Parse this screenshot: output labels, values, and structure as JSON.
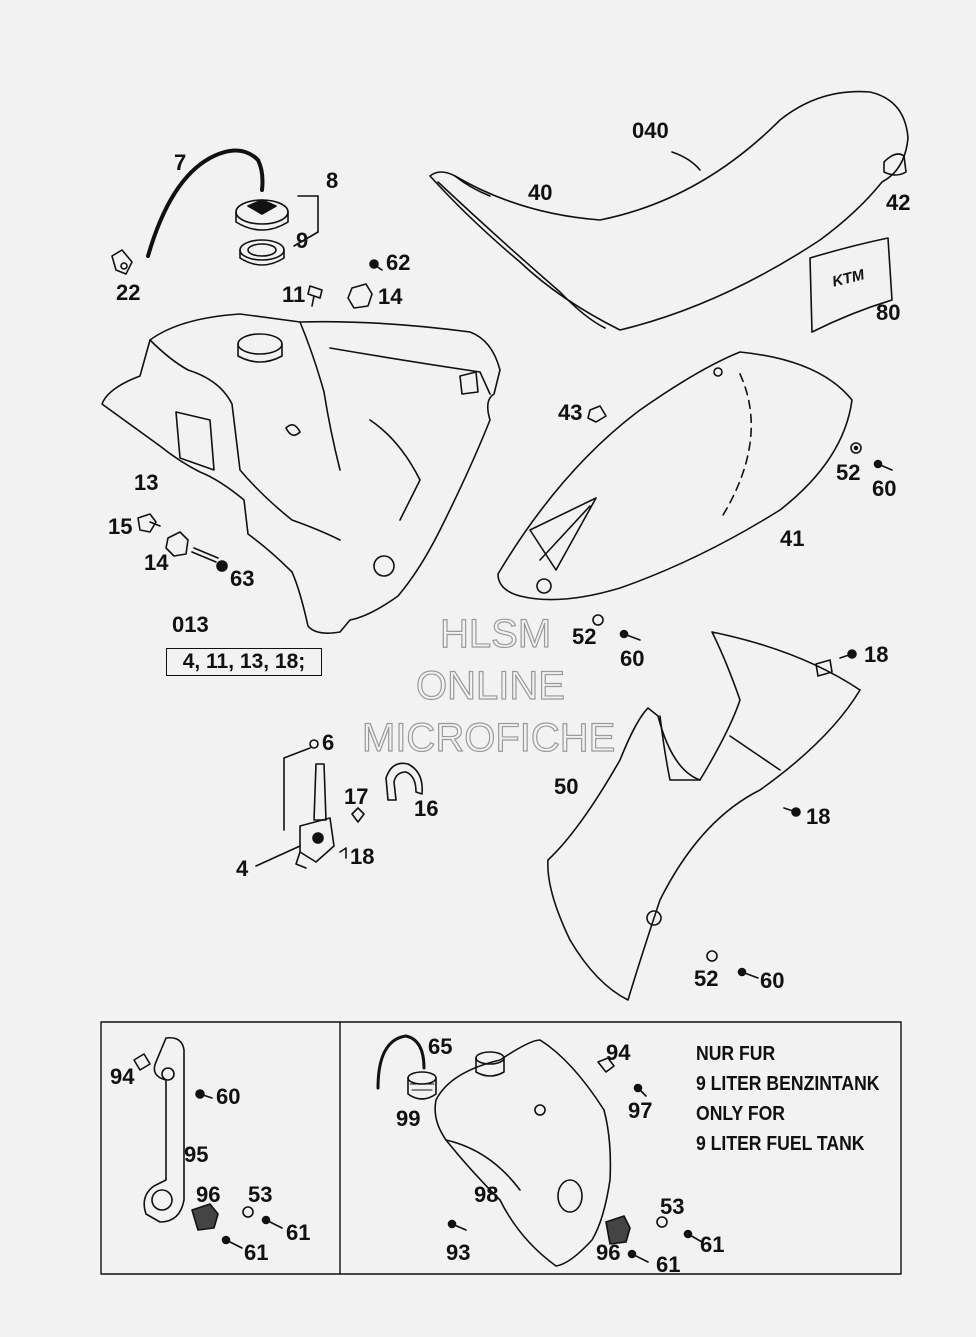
{
  "labels": {
    "l7": "7",
    "l8": "8",
    "l9": "9",
    "l22": "22",
    "l62": "62",
    "l11": "11",
    "l14a": "14",
    "l040": "040",
    "l40": "40",
    "l42": "42",
    "l80": "80",
    "l13": "13",
    "l15": "15",
    "l14b": "14",
    "l63": "63",
    "l43": "43",
    "l52a": "52",
    "l60a": "60",
    "l41": "41",
    "l013": "013",
    "kit": "4, 11, 13, 18;",
    "l52b": "52",
    "l60b": "60",
    "l18a": "18",
    "l50": "50",
    "l18b": "18",
    "l52c": "52",
    "l60c": "60",
    "l6": "6",
    "l17": "17",
    "l16": "16",
    "l4": "4",
    "l18c": "18",
    "l94a": "94",
    "l60d": "60",
    "l95": "95",
    "l96a": "96",
    "l53a": "53",
    "l61a": "61",
    "l61b": "61",
    "l65": "65",
    "l99": "99",
    "l94b": "94",
    "l97": "97",
    "l98": "98",
    "l93": "93",
    "l53b": "53",
    "l96b": "96",
    "l61c": "61",
    "l61d": "61"
  },
  "note": {
    "line1": "NUR FUR",
    "line2": "9 LITER BENZINTANK",
    "line3": "ONLY FOR",
    "line4": "9 LITER FUEL TANK"
  },
  "watermark": {
    "line1": "HLSM",
    "line2": "ONLINE",
    "line3": "MICROFICHE"
  },
  "logo": {
    "text": "KTM"
  },
  "colors": {
    "line": "#111111",
    "paper": "#f2f2f2",
    "watermark": "#9a9a9a"
  }
}
